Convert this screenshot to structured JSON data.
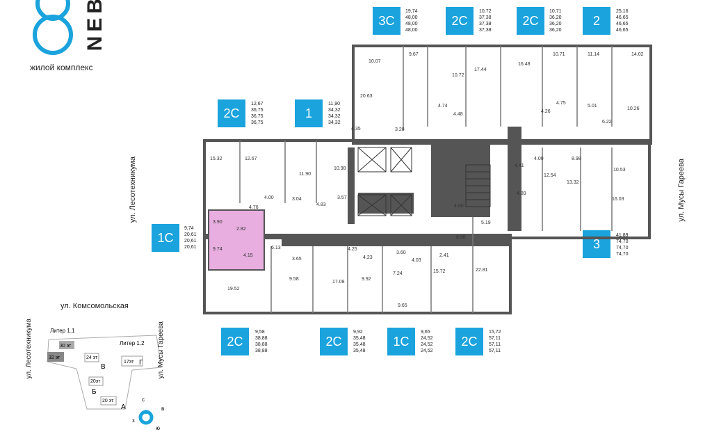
{
  "brand": {
    "name": "NEB",
    "tagline": "жилой комплекс"
  },
  "apartments_top": [
    {
      "type": "3С",
      "areas": [
        "19,74",
        "48,00",
        "48,00",
        "48,00"
      ]
    },
    {
      "type": "2С",
      "areas": [
        "10,72",
        "37,38",
        "37,38",
        "37,38"
      ]
    },
    {
      "type": "2С",
      "areas": [
        "10,71",
        "36,20",
        "36,20",
        "36,20"
      ]
    },
    {
      "type": "2",
      "areas": [
        "25,16",
        "46,65",
        "46,65",
        "46,65"
      ]
    }
  ],
  "apartments_left": [
    {
      "type": "2С",
      "areas": [
        "12,67",
        "36,75",
        "36,75",
        "36,75"
      ]
    },
    {
      "type": "1",
      "areas": [
        "11,90",
        "34,32",
        "34,32",
        "34,32"
      ]
    },
    {
      "type": "1С",
      "areas": [
        "9,74",
        "20,61",
        "20,61",
        "20,61"
      ]
    }
  ],
  "apartments_right": [
    {
      "type": "3",
      "areas": [
        "41,89",
        "74,70",
        "74,70",
        "74,70"
      ]
    }
  ],
  "apartments_bottom": [
    {
      "type": "2С",
      "areas": [
        "9,58",
        "38,88",
        "38,88",
        "38,88"
      ]
    },
    {
      "type": "2С",
      "areas": [
        "9,92",
        "35,48",
        "35,48",
        "35,48"
      ]
    },
    {
      "type": "1С",
      "areas": [
        "9,65",
        "24,52",
        "24,52",
        "24,52"
      ]
    },
    {
      "type": "2С",
      "areas": [
        "15,72",
        "57,11",
        "57,11",
        "57,11"
      ]
    }
  ],
  "streets": {
    "left": "ул. Лесотехникума",
    "right": "ул. Мусы Гареева",
    "bottom": "ул. Комсомольская"
  },
  "rooms": [
    "10.07",
    "9.67",
    "10.72",
    "17.44",
    "16.48",
    "10.71",
    "11.14",
    "14.02",
    "20.63",
    "4.74",
    "4.48",
    "4.26",
    "4.75",
    "5.01",
    "10.26",
    "6.22",
    "4.35",
    "3.28",
    "15.32",
    "12.67",
    "11.90",
    "10.98",
    "4.00",
    "3.04",
    "4.83",
    "3.57",
    "4.76",
    "4.41",
    "4.00",
    "8.98",
    "12.54",
    "13.32",
    "10.53",
    "16.03",
    "4.89",
    "4.00",
    "5.19",
    "6.98",
    "3.90",
    "2.82",
    "9.74",
    "4.15",
    "6.13",
    "3.65",
    "4.25",
    "4.23",
    "3.60",
    "4.03",
    "2.41",
    "7.24",
    "15.72",
    "22.81",
    "19.52",
    "9.58",
    "17.08",
    "9.92",
    "9.65"
  ],
  "site": {
    "liter11": "Литер 1.1",
    "liter12": "Литер 1.2",
    "b30": "30 эт",
    "b32": "32 эт",
    "b24": "24 эт",
    "b17": "17эт",
    "b20a": "20эт",
    "b20b": "20 эт",
    "V": "В",
    "G": "Г",
    "B": "Б",
    "A": "А",
    "street_left": "ул. Лесотехникума",
    "street_right": "ул. Мусы Гареева"
  },
  "compass": {
    "n": "с",
    "e": "в",
    "s": "ю",
    "w": "з"
  },
  "colors": {
    "accent": "#1aa3dd",
    "wall": "#555555",
    "highlight": "#e8aee0"
  }
}
